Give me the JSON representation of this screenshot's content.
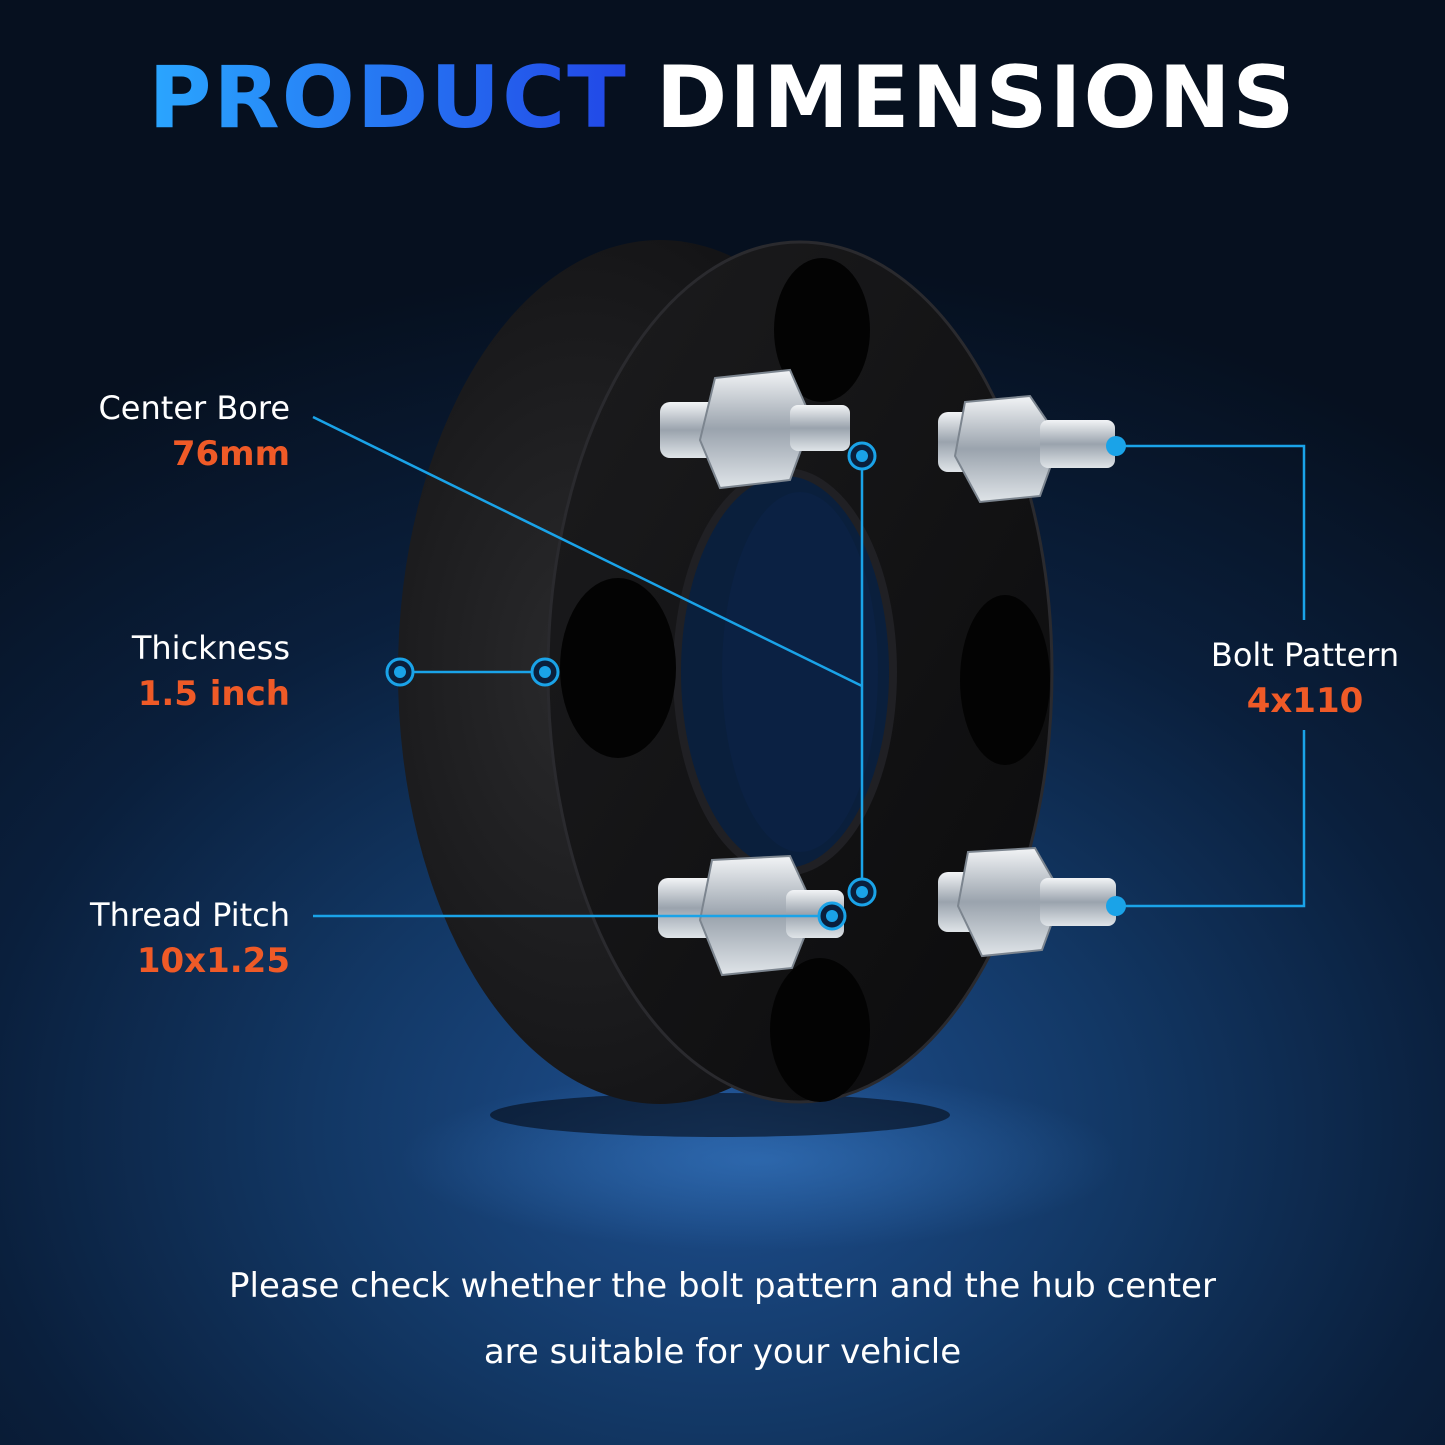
{
  "title": {
    "part1": "PRODUCT",
    "part2": "DIMENSIONS"
  },
  "specs": {
    "center_bore": {
      "name": "Center Bore",
      "value": "76mm"
    },
    "thickness": {
      "name": "Thickness",
      "value": "1.5 inch"
    },
    "thread_pitch": {
      "name": "Thread Pitch",
      "value": "10x1.25"
    },
    "bolt_pattern": {
      "name": "Bolt Pattern",
      "value": "4x110"
    }
  },
  "footer": {
    "line1": "Please check whether the bolt pattern and the hub center",
    "line2": "are suitable for your vehicle"
  },
  "colors": {
    "accent_blue": "#1aa3e8",
    "value_orange": "#ef5a27",
    "background": "#0a1f3c"
  }
}
